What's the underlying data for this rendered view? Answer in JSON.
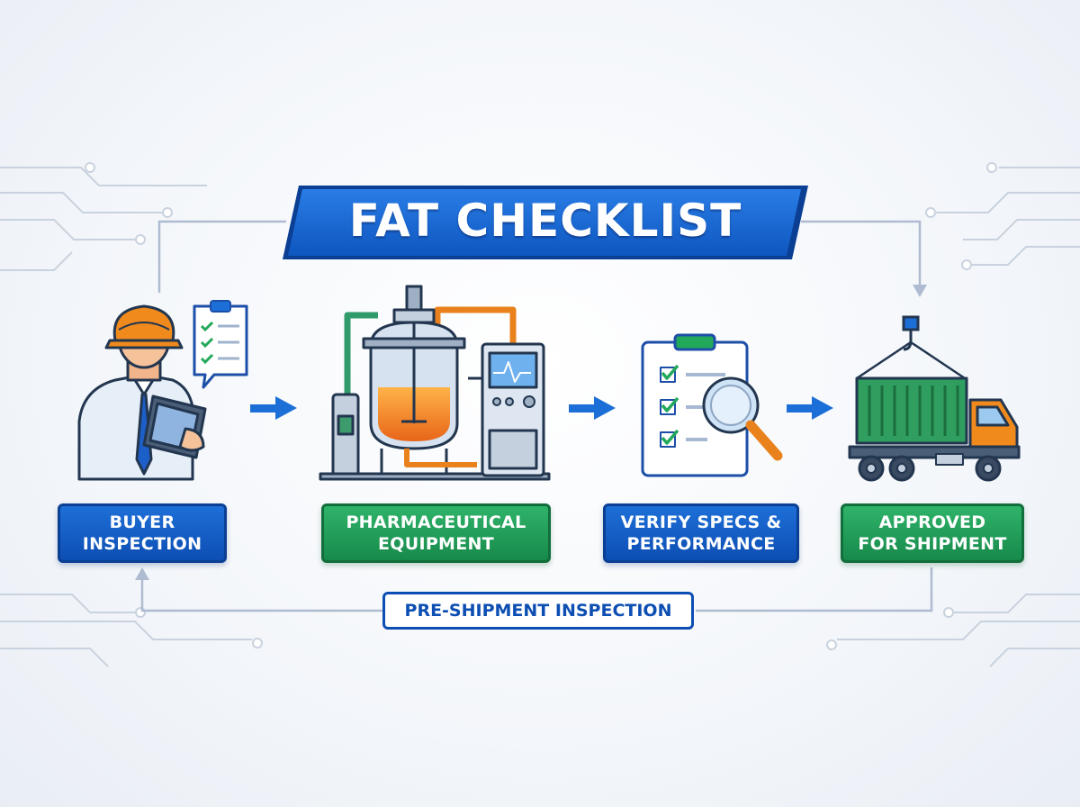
{
  "title": "FAT CHECKLIST",
  "steps": [
    {
      "label": "BUYER\nINSPECTION",
      "style": "blue"
    },
    {
      "label": "PHARMACEUTICAL\nEQUIPMENT",
      "style": "green"
    },
    {
      "label": "VERIFY SPECS &\nPERFORMANCE",
      "style": "blue"
    },
    {
      "label": "APPROVED\nFOR SHIPMENT",
      "style": "green"
    }
  ],
  "footer_label": "PRE-SHIPMENT INSPECTION",
  "icons": [
    "inspector-icon",
    "clipboard-icon",
    "reactor-icon",
    "control-panel-icon",
    "checklist-icon",
    "magnifier-icon",
    "container-truck-icon",
    "crane-hook-icon"
  ],
  "colors": {
    "primary_blue": "#0d4eb3",
    "primary_green": "#178a4b",
    "accent_orange": "#f08a1c",
    "line_gray": "#b9c4d2"
  }
}
